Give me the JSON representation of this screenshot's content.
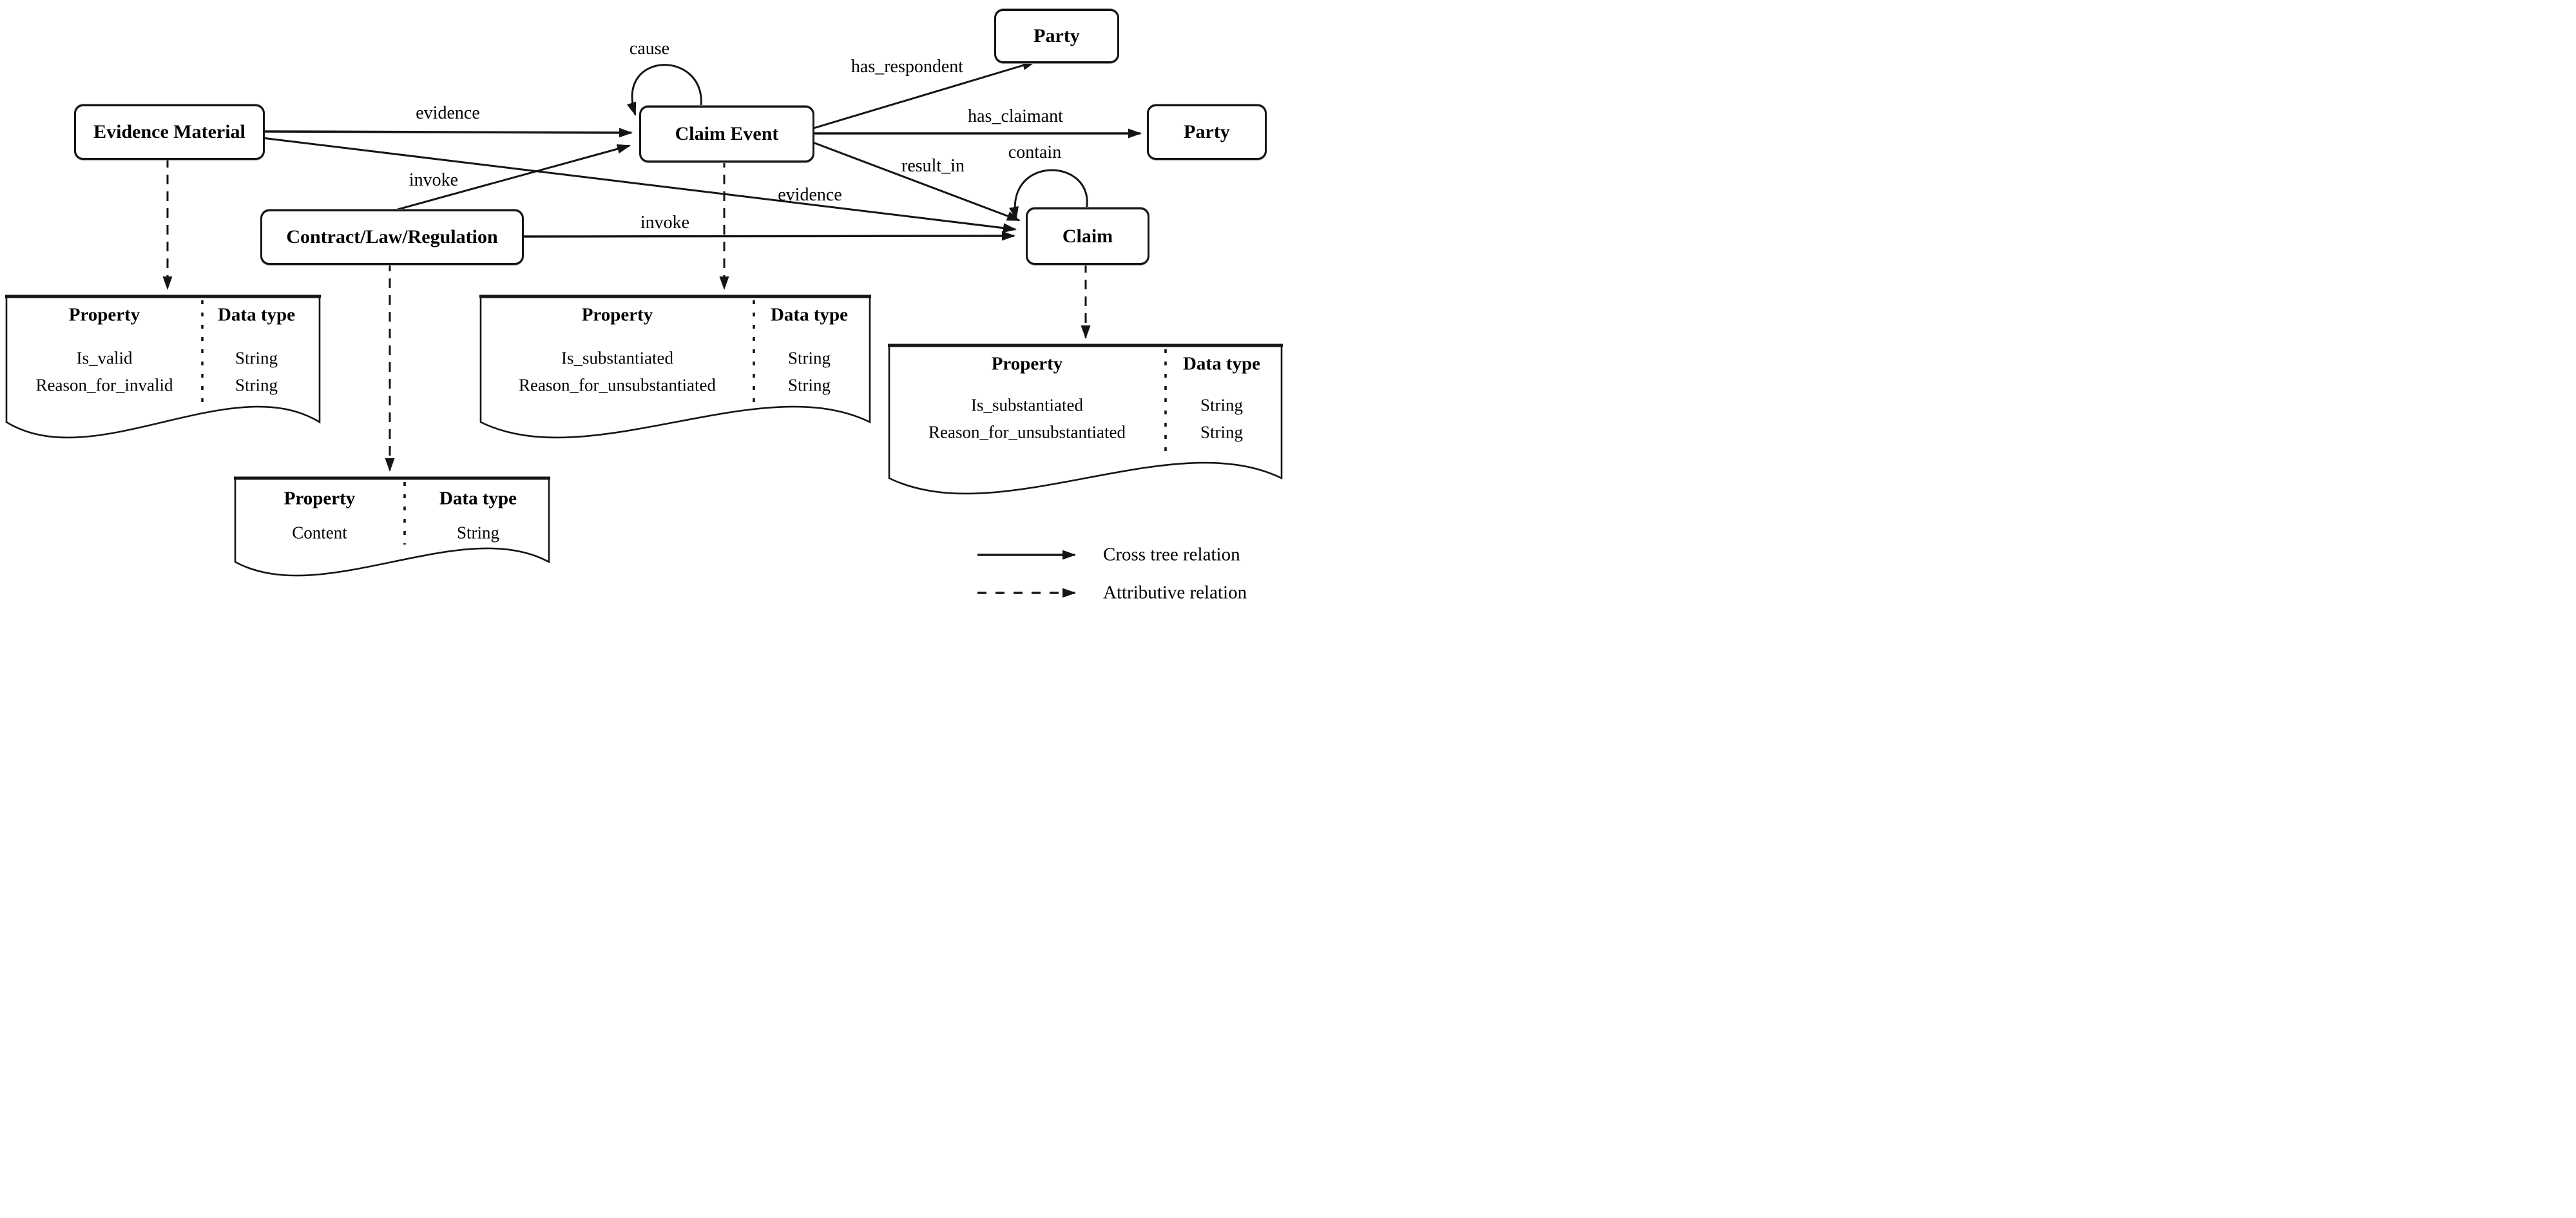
{
  "diagram": {
    "title": "Claim ontology diagram",
    "ink_color": "#151515",
    "background_color": "#ffffff",
    "nodes": {
      "evidence_material": "Evidence Material",
      "claim_event": "Claim Event",
      "party_top": "Party",
      "party_right": "Party",
      "contract_law_regulation": "Contract/Law/Regulation",
      "claim": "Claim"
    },
    "edge_labels": {
      "evidence_to_claim_event": "evidence",
      "evidence_to_claim": "evidence",
      "invoke_to_claim_event": "invoke",
      "invoke_to_claim": "invoke",
      "cause_self_loop": "cause",
      "contain_self_loop": "contain",
      "has_respondent": "has_respondent",
      "has_claimant": "has_claimant",
      "result_in": "result_in"
    },
    "tables": {
      "evidence_material": {
        "headers": {
          "property": "Property",
          "data_type": "Data type"
        },
        "rows": [
          {
            "property": "Is_valid",
            "data_type": "String"
          },
          {
            "property": "Reason_for_invalid",
            "data_type": "String"
          }
        ]
      },
      "claim_event": {
        "headers": {
          "property": "Property",
          "data_type": "Data type"
        },
        "rows": [
          {
            "property": "Is_substantiated",
            "data_type": "String"
          },
          {
            "property": "Reason_for_unsubstantiated",
            "data_type": "String"
          }
        ]
      },
      "claim": {
        "headers": {
          "property": "Property",
          "data_type": "Data type"
        },
        "rows": [
          {
            "property": "Is_substantiated",
            "data_type": "String"
          },
          {
            "property": "Reason_for_unsubstantiated",
            "data_type": "String"
          }
        ]
      },
      "contract_law_regulation": {
        "headers": {
          "property": "Property",
          "data_type": "Data type"
        },
        "rows": [
          {
            "property": "Content",
            "data_type": "String"
          }
        ]
      }
    },
    "legend": {
      "cross_tree": "Cross tree relation",
      "attributive": "Attributive relation"
    }
  }
}
